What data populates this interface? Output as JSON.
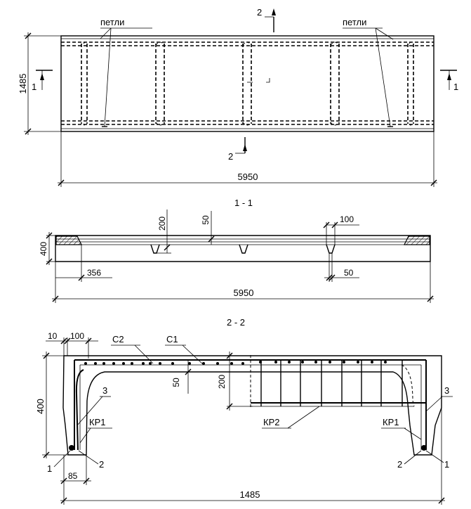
{
  "plan": {
    "loops_label_left": "петли",
    "loops_label_right": "петли",
    "dim_width": "1485",
    "dim_length": "5950",
    "section1_left": "1",
    "section1_right": "1",
    "section2_top": "2",
    "section2_bottom": "2"
  },
  "section_1_1": {
    "title": "1 - 1",
    "dim_rib_height": "200",
    "dim_slab": "50",
    "dim_rib_width": "100",
    "dim_height": "400",
    "dim_edge": "356",
    "dim_rib_bottom": "50",
    "dim_length": "5950"
  },
  "section_2_2": {
    "title": "2 - 2",
    "dim_10": "10",
    "dim_100": "100",
    "label_c2": "С2",
    "label_c1": "С1",
    "dim_50": "50",
    "dim_200": "200",
    "dim_400": "400",
    "label_3_left": "3",
    "label_3_right": "3",
    "label_kp1_left": "КР1",
    "label_kp1_right": "КР1",
    "label_kp2": "КР2",
    "label_1_left": "1",
    "label_1_right": "1",
    "label_2_left": "2",
    "label_2_right": "2",
    "dim_85": "85",
    "dim_width": "1485"
  }
}
